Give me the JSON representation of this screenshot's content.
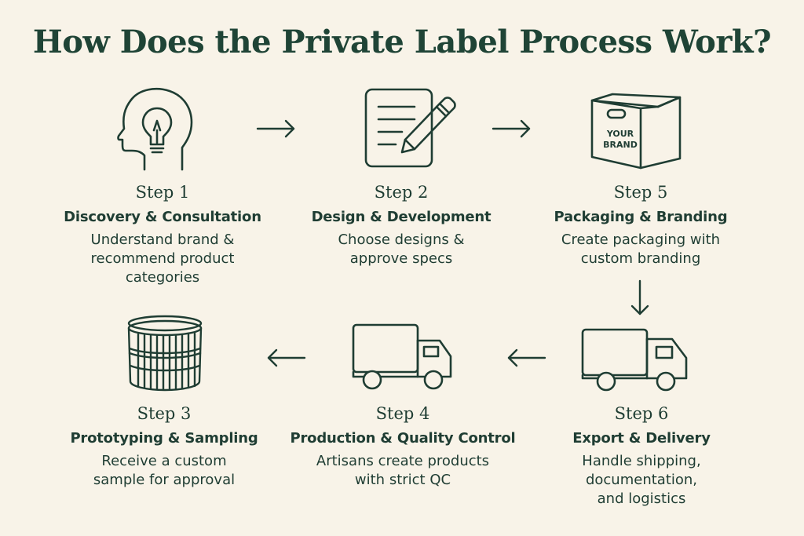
{
  "title": "How Does the Private Label Process Work?",
  "colors": {
    "background": "#f8f3e8",
    "ink": "#1f3d33",
    "title": "#1f4436"
  },
  "steps": [
    {
      "number": "Step 1",
      "title": "Discovery & Consultation",
      "description": "Understand brand &\nrecommend product\ncategories",
      "icon": "head-lightbulb-icon"
    },
    {
      "number": "Step 2",
      "title": "Design & Development",
      "description": "Choose designs &\napprove specs",
      "icon": "document-pencil-icon"
    },
    {
      "number": "Step 5",
      "title": "Packaging & Branding",
      "description": "Create packaging with\ncustom branding",
      "icon": "branded-box-icon",
      "box_text_line1": "YOUR",
      "box_text_line2": "BRAND"
    },
    {
      "number": "Step 3",
      "title": "Prototyping & Sampling",
      "description": "Receive a custom\nsample for approval",
      "icon": "woven-basket-icon"
    },
    {
      "number": "Step 4",
      "title": "Production & Quality Control",
      "description": "Artisans create products\nwith strict QC",
      "icon": "delivery-truck-icon"
    },
    {
      "number": "Step 6",
      "title": "Export & Delivery",
      "description": "Handle shipping,\ndocumentation,\nand logistics",
      "icon": "delivery-truck-icon"
    }
  ]
}
